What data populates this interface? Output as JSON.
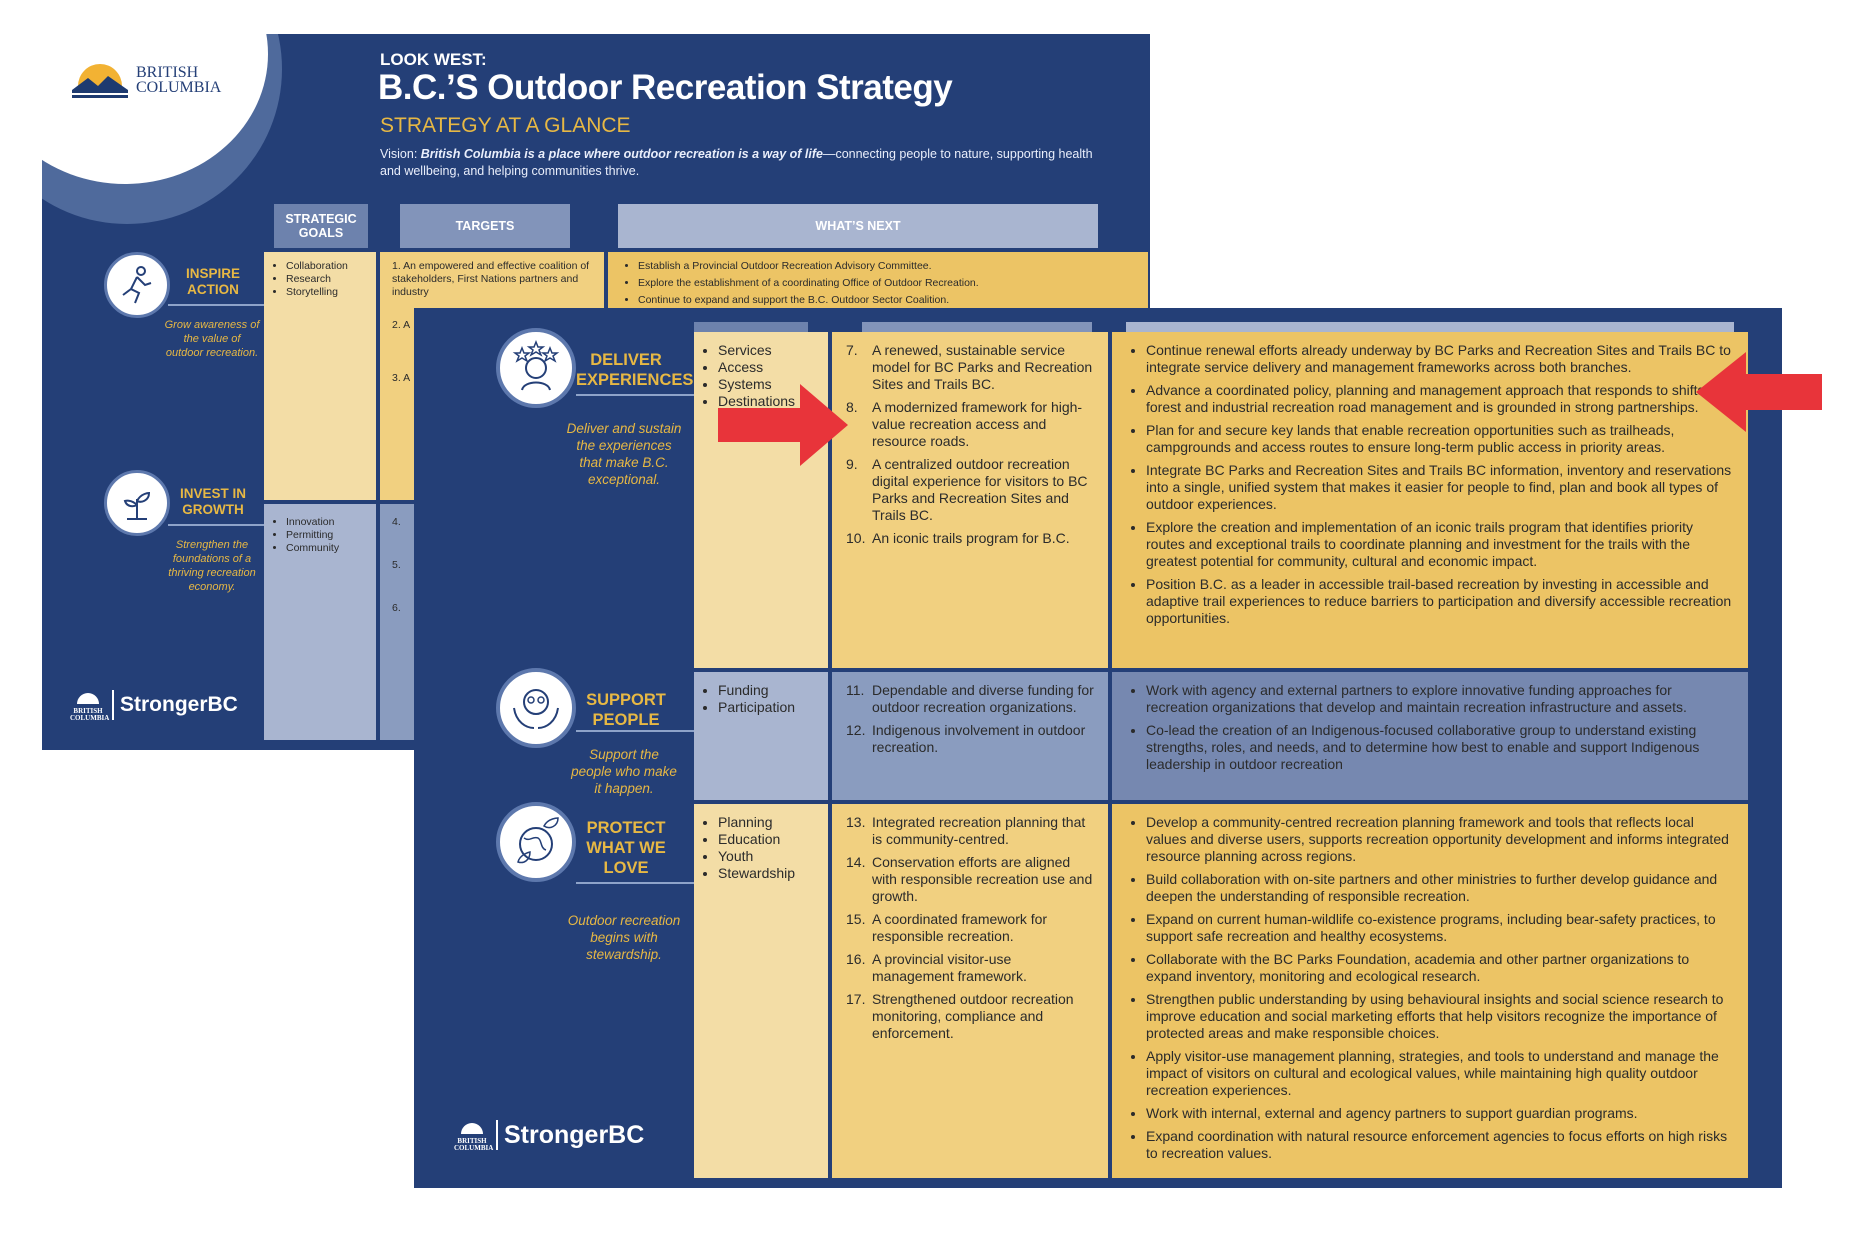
{
  "back": {
    "logo": {
      "line1": "BRITISH",
      "line2": "COLUMBIA"
    },
    "kicker": "LOOK WEST:",
    "title": "B.C.’S Outdoor Recreation Strategy",
    "subtitle": "STRATEGY AT A GLANCE",
    "vision_prefix": "Vision: ",
    "vision_bold": "British Columbia is a place where outdoor recreation is a way of life",
    "vision_rest": "—connecting people to nature, supporting health and wellbeing, and helping communities thrive.",
    "columns": {
      "goals": "STRATEGIC GOALS",
      "targets": "TARGETS",
      "next": "WHAT’S NEXT"
    },
    "rows": [
      {
        "title": "INSPIRE ACTION",
        "desc": "Grow awareness of the value of outdoor recreation.",
        "goals": [
          "Collaboration",
          "Research",
          "Storytelling"
        ],
        "targets": [
          "1.  An empowered and effective coalition of stakeholders, First Nations partners and industry",
          "2.  A",
          "3.  A"
        ],
        "next": [
          "Establish a Provincial Outdoor Recreation Advisory Committee.",
          "Explore the establishment of a coordinating Office of Outdoor Recreation.",
          "Continue to expand and support the B.C. Outdoor Sector Coalition."
        ]
      },
      {
        "title": "INVEST IN GROWTH",
        "desc": "Strengthen the foundations of a thriving recreation economy.",
        "goals": [
          "Innovation",
          "Permitting",
          "Community"
        ],
        "targets": [
          "4.",
          "5.",
          "6."
        ]
      }
    ],
    "footer": {
      "brand": "StrongerBC",
      "mini": "BRITISH COLUMBIA"
    }
  },
  "front": {
    "rows": [
      {
        "title": "DELIVER EXPERIENCES",
        "desc": "Deliver and sustain the experiences that make B.C. exceptional.",
        "goals": [
          "Services",
          "Access",
          "Systems",
          "Destinations"
        ],
        "targets": [
          {
            "n": "7.",
            "text": "A renewed, sustainable service model for BC Parks and Recreation Sites and Trails BC."
          },
          {
            "n": "8.",
            "text": "A modernized framework for high-value recreation access and resource roads."
          },
          {
            "n": "9.",
            "text": "A centralized outdoor recreation digital experience for visitors to BC Parks and Recreation Sites and Trails BC."
          },
          {
            "n": "10.",
            "text": "An iconic trails program for B.C."
          }
        ],
        "next": [
          "Continue renewal efforts already underway by BC Parks and Recreation Sites and Trails BC to integrate service delivery and management frameworks across both branches.",
          "Advance a coordinated policy, planning and management approach that responds to shifts in forest and industrial recreation road management and is grounded in strong partnerships.",
          "Plan for and secure key lands that enable recreation opportunities such as trailheads, campgrounds and access routes to ensure long-term public access in priority areas.",
          "Integrate BC Parks and Recreation Sites and Trails BC information, inventory and reservations into a single, unified system that makes it easier for people to find, plan and book all types of outdoor experiences.",
          "Explore the creation and implementation of an iconic trails program that identifies priority routes and exceptional trails to coordinate planning and investment for the trails with the greatest potential for community, cultural and economic impact.",
          "Position B.C. as a leader in accessible trail-based recreation by investing in accessible and adaptive trail experiences to reduce barriers to participation and diversify accessible recreation opportunities."
        ]
      },
      {
        "title": "SUPPORT PEOPLE",
        "desc": "Support the people who make it happen.",
        "goals": [
          "Funding",
          "Participation"
        ],
        "targets": [
          {
            "n": "11.",
            "text": "Dependable and diverse funding for outdoor recreation organizations."
          },
          {
            "n": "12.",
            "text": "Indigenous involvement in outdoor recreation."
          }
        ],
        "next": [
          "Work with agency and external partners to explore innovative funding approaches for recreation organizations that develop and maintain recreation infrastructure and assets.",
          "Co-lead the creation of an Indigenous-focused collaborative group to understand existing strengths, roles, and needs, and to determine how best to enable and support Indigenous leadership in outdoor recreation"
        ]
      },
      {
        "title": "PROTECT WHAT WE LOVE",
        "desc": "Outdoor recreation begins with stewardship.",
        "goals": [
          "Planning",
          "Education",
          "Youth",
          "Stewardship"
        ],
        "targets": [
          {
            "n": "13.",
            "text": "Integrated recreation planning that is community-centred."
          },
          {
            "n": "14.",
            "text": "Conservation efforts are aligned with responsible recreation use and growth."
          },
          {
            "n": "15.",
            "text": "A coordinated framework for responsible recreation."
          },
          {
            "n": "16.",
            "text": "A provincial visitor-use management framework."
          },
          {
            "n": "17.",
            "text": "Strengthened outdoor recreation monitoring, compliance and enforcement."
          }
        ],
        "next": [
          "Develop a community-centred recreation planning framework and tools that reflects local values and diverse users, supports recreation opportunity development and informs integrated resource planning across regions.",
          "Build collaboration with on-site partners and other ministries to further develop guidance and deepen the understanding of responsible recreation.",
          "Expand on current human-wildlife co-existence programs, including bear-safety practices, to support safe recreation and healthy ecosystems.",
          "Collaborate with the BC Parks Foundation, academia and other partner organizations to expand inventory, monitoring and ecological research.",
          "Strengthen public understanding by using behavioural insights and social science research to improve education and social marketing efforts that help visitors recognize the importance of protected areas and make responsible choices.",
          "Apply visitor-use management planning, strategies, and tools to understand and manage the impact of visitors on cultural and ecological values, while maintaining high quality outdoor recreation experiences.",
          "Work with internal, external and agency partners to support guardian programs.",
          "Expand coordination with natural resource enforcement agencies to focus efforts on high risks to recreation values."
        ]
      }
    ],
    "footer": {
      "brand": "StrongerBC",
      "mini": "BRITISH COLUMBIA"
    }
  },
  "colors": {
    "navy": "#243f77",
    "gold": "#e7b844",
    "cell_light": "#f3dda6",
    "cell_mid": "#f1d080",
    "cell_dark": "#ecc465",
    "blue_cell": "#8a9cbf",
    "arrow": "#e8343a"
  }
}
